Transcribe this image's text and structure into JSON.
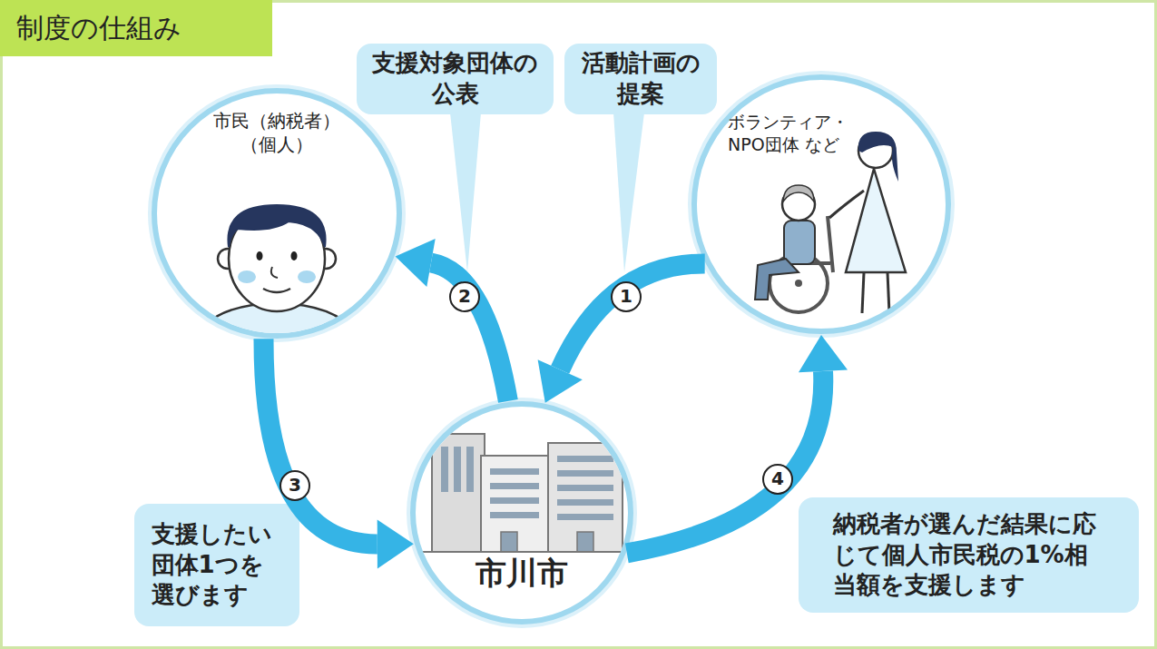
{
  "diagram": {
    "title": "制度の仕組み",
    "nodes": [
      {
        "text": [
          "市民（納税者） （個人）"
        ]
      },
      {
        "text": [
          "支援対象団体の 公表"
        ]
      },
      {
        "text": [
          "活動計画の 提案"
        ]
      },
      {
        "text": [
          "ボランティア・ NPO団体 など"
        ]
      },
      {
        "text": [
          "市川市"
        ]
      },
      {
        "text": [
          "支援したい 団体1つを 選びます"
        ]
      },
      {
        "text": [
          "納税者が選んだ結果に応 じて個人市民税の1%相 当額を支援します"
        ]
      }
    ],
    "edges": [
      {
        "from": 3,
        "to": 4,
        "arrow": "to"
      },
      {
        "from": 4,
        "to": 0,
        "arrow": "to"
      },
      {
        "from": 0,
        "to": 4,
        "arrow": "to"
      },
      {
        "from": 4,
        "to": 3,
        "arrow": "to"
      }
    ],
    "labels": [
      "2",
      "1",
      "3",
      "4"
    ]
  }
}
